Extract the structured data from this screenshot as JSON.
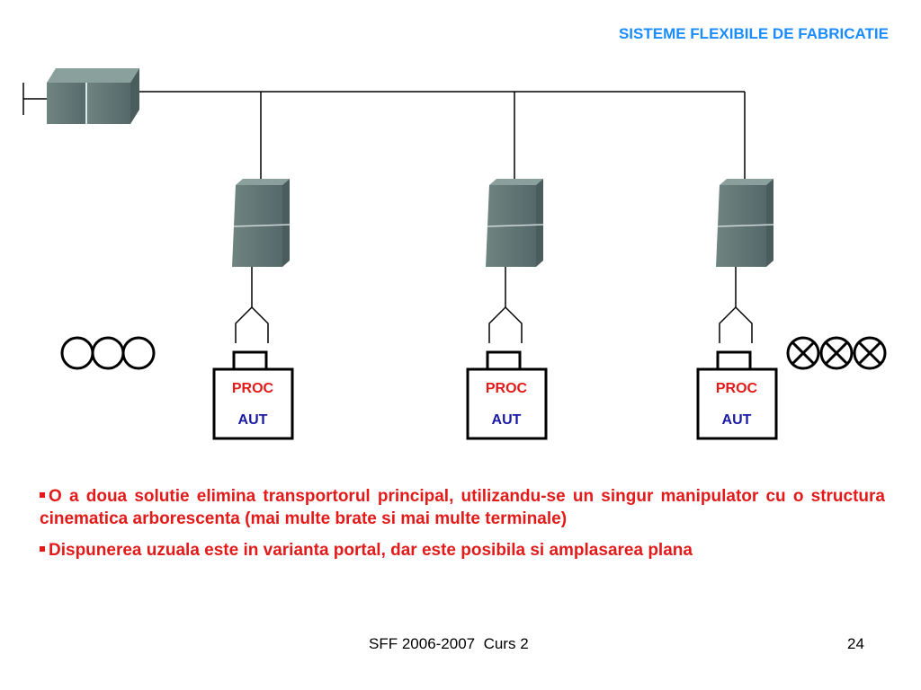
{
  "header": {
    "title": "SISTEME FLEXIBILE DE FABRICATIE"
  },
  "diagram": {
    "stations": [
      {
        "top_label": "PROC",
        "bottom_label": "AUT"
      },
      {
        "top_label": "PROC",
        "bottom_label": "AUT"
      },
      {
        "top_label": "PROC",
        "bottom_label": "AUT"
      }
    ],
    "colors": {
      "top_label": "#e31a1a",
      "bottom_label": "#1a1aa6",
      "module": "#5f7470"
    }
  },
  "bullets": [
    {
      "text": "O a doua solutie elimina transportorul principal, utilizandu-se un singur manipulator cu o structura cinematica arborescenta (mai multe brate si mai multe terminale)"
    },
    {
      "text": "Dispunerea uzuala este in varianta portal, dar este posibila si amplasarea plana"
    }
  ],
  "footer": {
    "center": "SFF 2006-2007  Curs 2",
    "page_number": "24"
  }
}
